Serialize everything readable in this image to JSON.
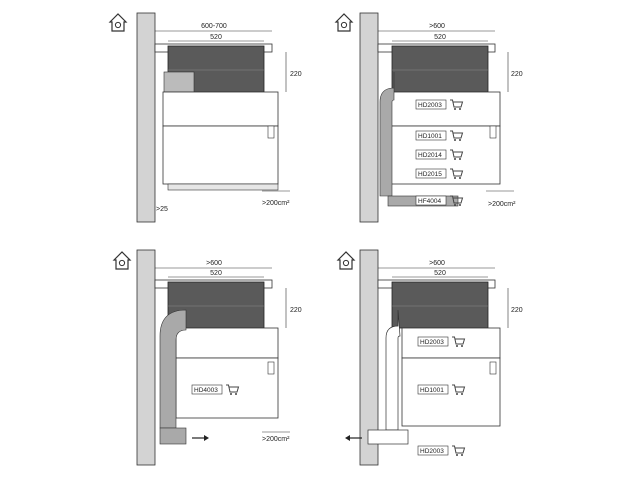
{
  "colors": {
    "wall": "#d3d3d3",
    "hob": "#5a5a5a",
    "duct": "#a9a9a9",
    "line": "#333333",
    "cart": "#444444"
  },
  "icons": {
    "house": "house-icon",
    "cart": "shopping-cart-icon"
  },
  "panels": [
    {
      "id": "top-left",
      "dims": {
        "overall": "600-700",
        "hob": "520",
        "height": "220",
        "gap": ">25",
        "vent": ">200cm²"
      },
      "parts": []
    },
    {
      "id": "top-right",
      "dims": {
        "overall": ">600",
        "hob": "520",
        "height": "220",
        "vent": ">200cm²"
      },
      "parts": [
        "HD2003",
        "HD1001",
        "HD2014",
        "HD2015",
        "HF4004"
      ]
    },
    {
      "id": "bottom-left",
      "dims": {
        "overall": ">600",
        "hob": "520",
        "height": "220",
        "vent": ">200cm²"
      },
      "parts": [
        "HD4003"
      ]
    },
    {
      "id": "bottom-right",
      "dims": {
        "overall": ">600",
        "hob": "520",
        "height": "220"
      },
      "parts": [
        "HD2003",
        "HD1001",
        "HD2003"
      ]
    }
  ]
}
